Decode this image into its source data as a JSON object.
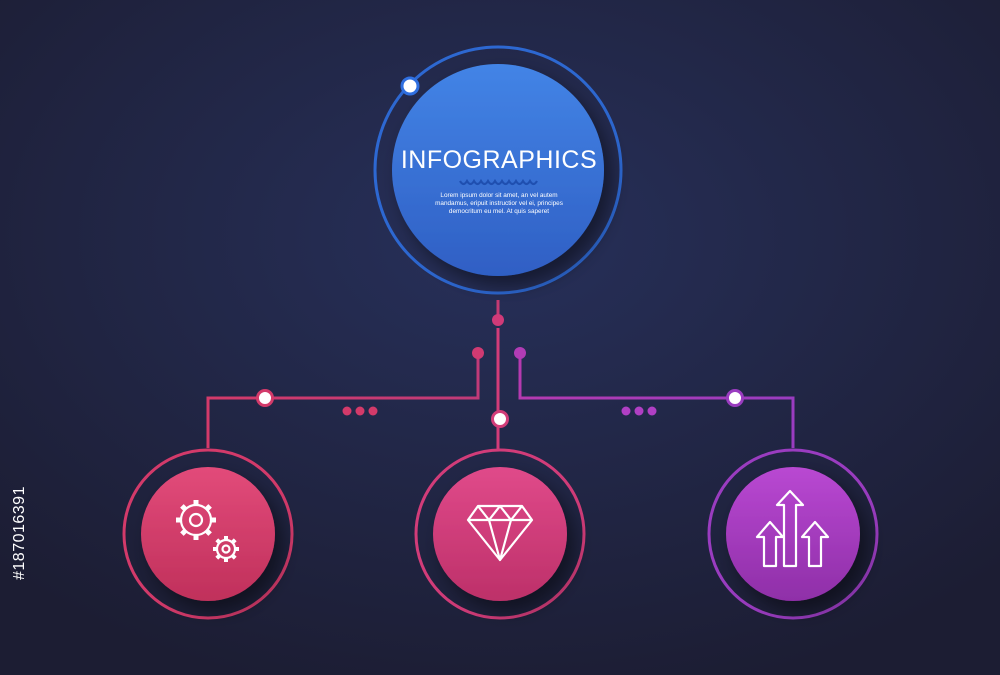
{
  "main_node": {
    "title": "INFOGRAPHICS",
    "text_lines": [
      "Lorem ipsum dolor sit amet, an vel autem",
      "mandamus, eripuit instructior vel ei, principes",
      "democritum eu mel. At quis saperet"
    ]
  },
  "child_nodes": [
    {
      "icon": "gears-icon"
    },
    {
      "icon": "diamond-icon"
    },
    {
      "icon": "arrows-up-icon"
    }
  ],
  "sidebar_id": "#187016391",
  "colors": {
    "background": "#1f2138",
    "main_blue": "#3a78dd",
    "left_red": "#d33a6a",
    "center_pink": "#d23c79",
    "right_purple": "#a438bf"
  }
}
